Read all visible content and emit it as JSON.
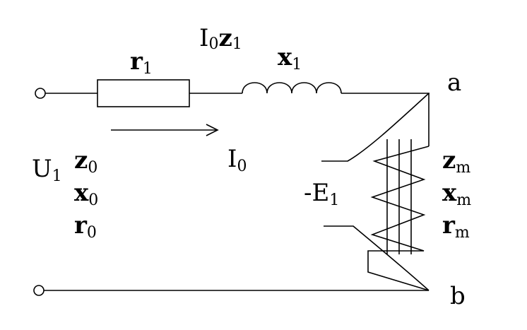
{
  "labels": {
    "I0z1": {
      "main": "I",
      "sub": "0",
      "main2": "z",
      "sub2": "1"
    },
    "r1": {
      "main": "r",
      "sub": "1"
    },
    "x1": {
      "main": "x",
      "sub": "1"
    },
    "a": "a",
    "b": "b",
    "U1": {
      "main": "U",
      "sub": "1"
    },
    "z0": {
      "main": "z",
      "sub": "0"
    },
    "x0": {
      "main": "x",
      "sub": "0"
    },
    "r0": {
      "main": "r",
      "sub": "0"
    },
    "I0": {
      "main": "I",
      "sub": "0"
    },
    "negE1": {
      "main": "-E",
      "sub": "1"
    },
    "zm": {
      "main": "z",
      "sub": "m"
    },
    "xm": {
      "main": "x",
      "sub": "m"
    },
    "rm": {
      "main": "r",
      "sub": "m"
    }
  }
}
